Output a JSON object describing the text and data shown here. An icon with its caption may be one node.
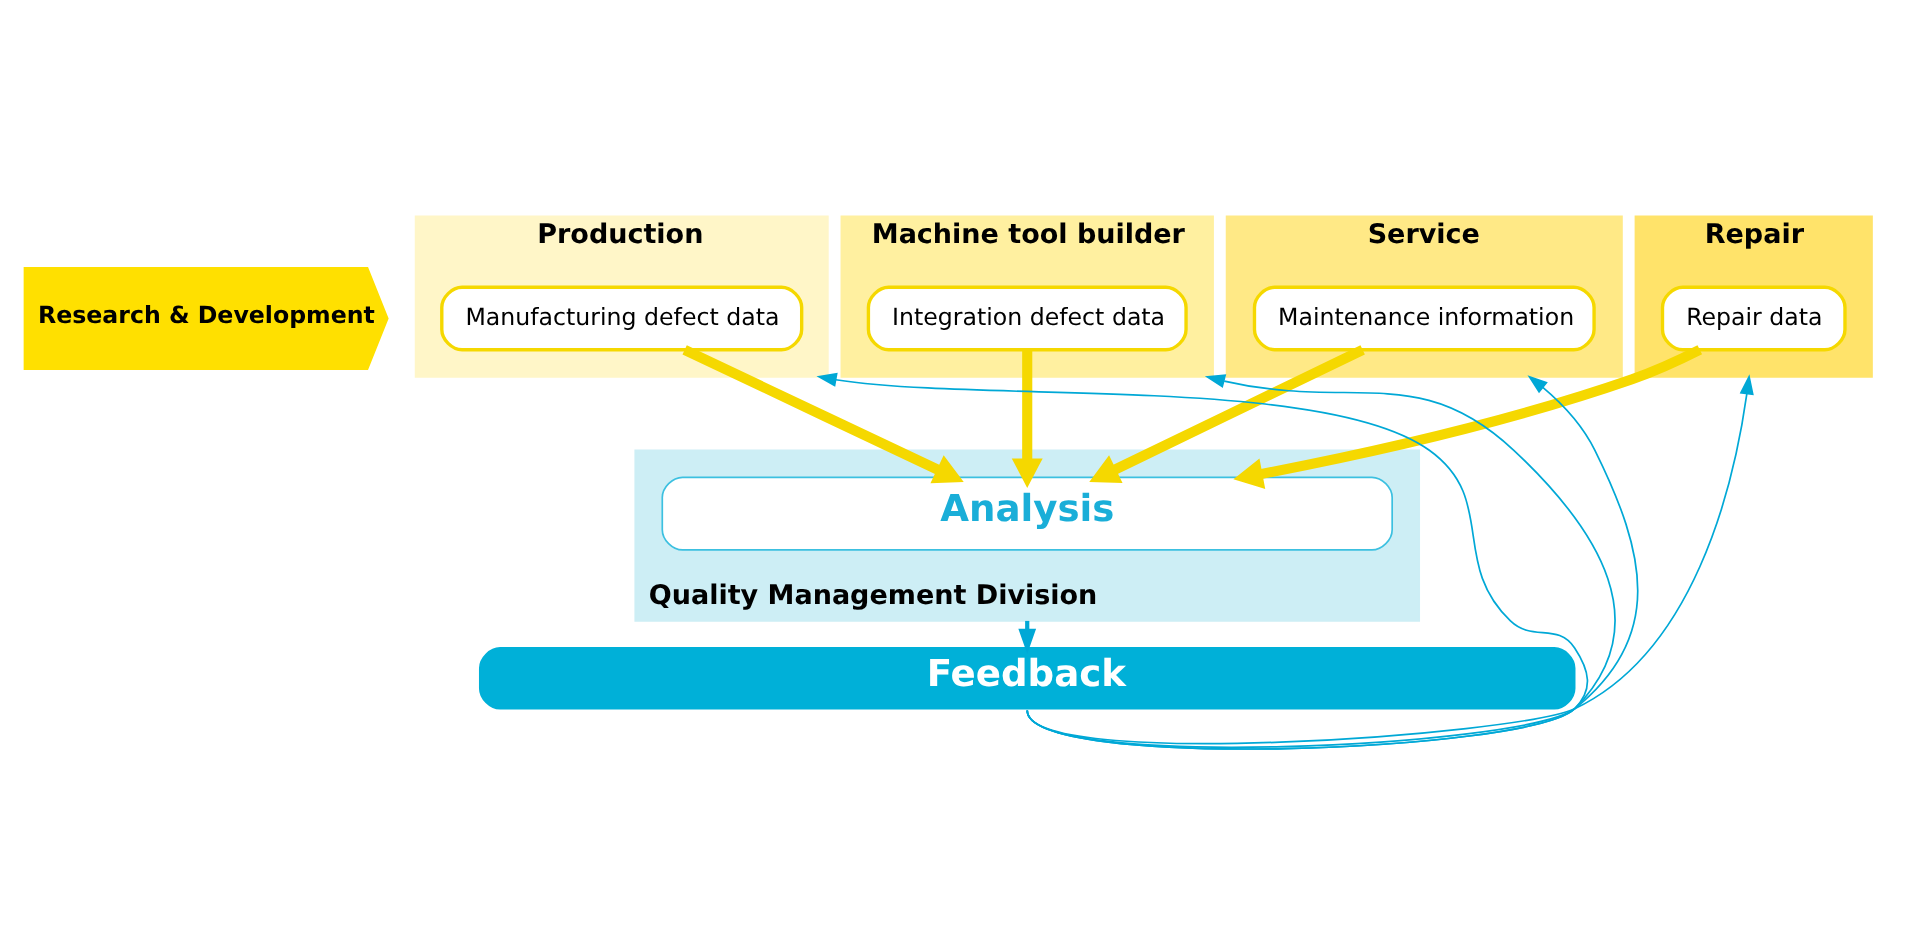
{
  "diagram": {
    "nodes": [
      {
        "text": [
          "Research & Development"
        ]
      },
      {
        "text": [
          "Production"
        ]
      },
      {
        "text": [
          "Manufacturing defect data"
        ],
        "in": 1
      },
      {
        "text": [
          "Machine tool builder"
        ]
      },
      {
        "text": [
          "Integration defect data"
        ],
        "in": 3
      },
      {
        "text": [
          "Service"
        ]
      },
      {
        "text": [
          "Maintenance information"
        ],
        "in": 5
      },
      {
        "text": [
          "Repair"
        ]
      },
      {
        "text": [
          "Repair data"
        ],
        "in": 7
      },
      {
        "text": [
          "Quality Management Division"
        ]
      },
      {
        "text": [
          "Analysis"
        ],
        "in": 9
      },
      {
        "text": [
          "Feedback"
        ]
      }
    ],
    "edges": [
      {
        "from": 2,
        "to": 10,
        "arrow": "to",
        "style": "thick",
        "color": "#f5d800"
      },
      {
        "from": 4,
        "to": 10,
        "arrow": "to",
        "style": "thick",
        "color": "#f5d800"
      },
      {
        "from": 6,
        "to": 10,
        "arrow": "to",
        "style": "thick",
        "color": "#f5d800"
      },
      {
        "from": 8,
        "to": 10,
        "arrow": "to",
        "style": "thick",
        "color": "#f5d800"
      },
      {
        "from": 9,
        "to": 11,
        "arrow": "to",
        "color": "#00a8d6"
      },
      {
        "from": 11,
        "to": 1,
        "arrow": "to",
        "color": "#00a8d6"
      },
      {
        "from": 11,
        "to": 3,
        "arrow": "to",
        "color": "#00a8d6"
      },
      {
        "from": 11,
        "to": 5,
        "arrow": "to",
        "color": "#00a8d6"
      },
      {
        "from": 11,
        "to": 7,
        "arrow": "to",
        "color": "#00a8d6"
      }
    ]
  }
}
